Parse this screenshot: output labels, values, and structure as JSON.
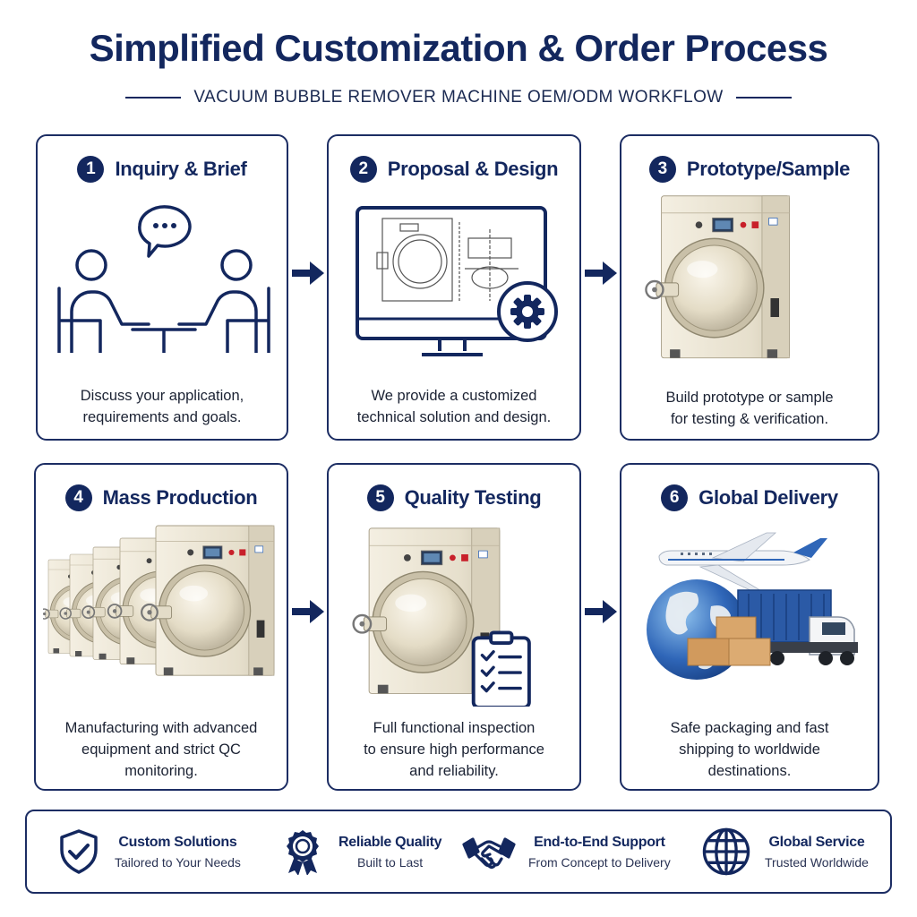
{
  "header": {
    "title": "Simplified Customization & Order Process",
    "subtitle": "VACUUM BUBBLE REMOVER MACHINE OEM/ODM WORKFLOW"
  },
  "steps": [
    {
      "number": "1",
      "title": "Inquiry & Brief",
      "desc_line1": "Discuss your application,",
      "desc_line2": "requirements and goals.",
      "desc_line3": "",
      "icon": "meeting-icon"
    },
    {
      "number": "2",
      "title": "Proposal & Design",
      "desc_line1": "We provide a customized",
      "desc_line2": "technical solution and design.",
      "desc_line3": "",
      "icon": "monitor-design-icon"
    },
    {
      "number": "3",
      "title": "Prototype/Sample",
      "desc_line1": "Build prototype or sample",
      "desc_line2": "for testing & verification.",
      "desc_line3": "",
      "icon": "machine-icon"
    },
    {
      "number": "4",
      "title": "Mass Production",
      "desc_line1": "Manufacturing with advanced",
      "desc_line2": "equipment and strict QC",
      "desc_line3": "monitoring.",
      "icon": "machines-row-icon"
    },
    {
      "number": "5",
      "title": "Quality Testing",
      "desc_line1": "Full functional inspection",
      "desc_line2": "to ensure high performance",
      "desc_line3": "and reliability.",
      "icon": "checklist-icon"
    },
    {
      "number": "6",
      "title": "Global Delivery",
      "desc_line1": "Safe packaging and fast",
      "desc_line2": "shipping to worldwide",
      "desc_line3": "destinations.",
      "icon": "globe-plane-truck-icon"
    }
  ],
  "features": [
    {
      "title": "Custom Solutions",
      "subtitle": "Tailored to Your Needs",
      "icon": "shield-check-icon"
    },
    {
      "title": "Reliable Quality",
      "subtitle": "Built to Last",
      "icon": "award-ribbon-icon"
    },
    {
      "title": "End-to-End Support",
      "subtitle": "From Concept to Delivery",
      "icon": "handshake-icon"
    },
    {
      "title": "Global Service",
      "subtitle": "Trusted Worldwide",
      "icon": "globe-icon"
    }
  ],
  "colors": {
    "primary": "#13275e",
    "machine_body": "#ece6d6",
    "accent_red": "#c8202a",
    "globe_blue": "#2f66b8"
  }
}
